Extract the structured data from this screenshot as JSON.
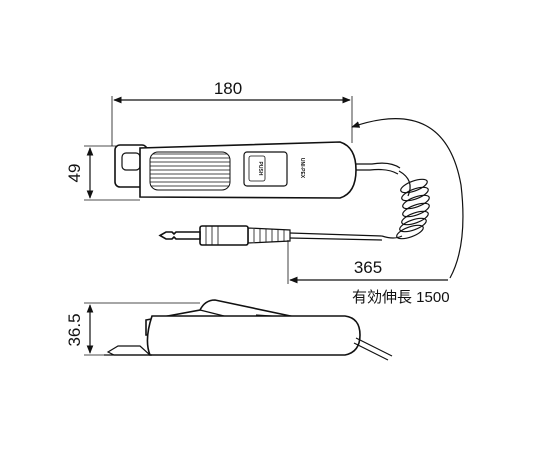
{
  "dimensions": {
    "width": "180",
    "height": "49",
    "cord": "365",
    "thickness": "36.5",
    "cord_note": "有効伸長 1500"
  },
  "device": {
    "brand": "UNI-PEX",
    "button_label": "PUSH"
  }
}
